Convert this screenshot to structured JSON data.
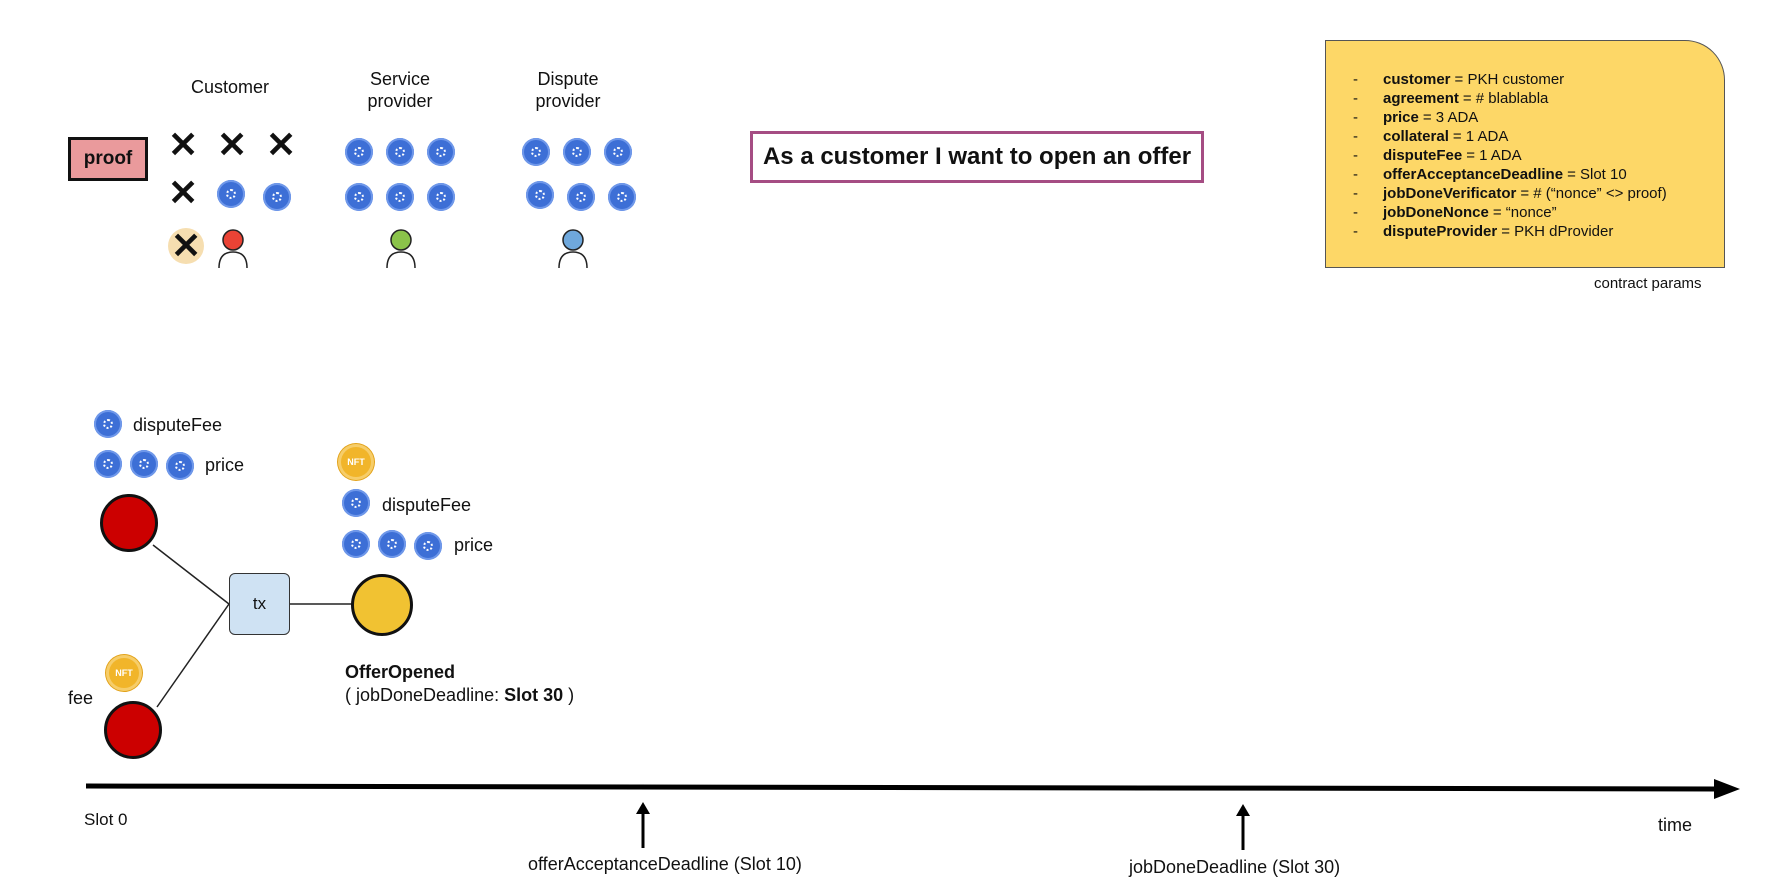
{
  "parties": {
    "customer": "Customer",
    "service_provider": "Service\nprovider",
    "dispute_provider": "Dispute\nprovider"
  },
  "proof_label": "proof",
  "headline": "As a customer I want to open an offer",
  "contract_params": {
    "rows": [
      {
        "dash": "-",
        "key": "customer",
        "value": "= PKH customer"
      },
      {
        "dash": "-",
        "key": "agreement",
        "value": "=  # blablabla"
      },
      {
        "dash": "-",
        "key": "price",
        "value": "= 3 ADA"
      },
      {
        "dash": "-",
        "key": "collateral",
        "value": "= 1 ADA"
      },
      {
        "dash": "-",
        "key": "disputeFee",
        "value": "= 1 ADA"
      },
      {
        "dash": "-",
        "key": "offerAcceptanceDeadline",
        "value": "= Slot 10"
      },
      {
        "dash": "-",
        "key": "jobDoneVerificator",
        "value": "= # (“nonce” <> proof)"
      },
      {
        "dash": "-",
        "key": "jobDoneNonce",
        "value": "= “nonce”"
      },
      {
        "dash": "-",
        "key": "disputeProvider",
        "value": "= PKH dProvider"
      }
    ],
    "caption": "contract params"
  },
  "tx_diagram": {
    "input_labels": {
      "dispute_fee": "disputeFee",
      "price": "price",
      "fee": "fee"
    },
    "tx_label": "tx",
    "nft_label": "NFT",
    "output_labels": {
      "dispute_fee": "disputeFee",
      "price": "price"
    },
    "output_state": "OfferOpened",
    "output_detail_prefix": "( jobDoneDeadline: ",
    "output_detail_slot": "Slot 30",
    "output_detail_suffix": " )"
  },
  "timeline": {
    "start": "Slot 0",
    "end": "time",
    "markers": [
      {
        "label": "offerAcceptanceDeadline (Slot 10)"
      },
      {
        "label": "jobDoneDeadline (Slot 30)"
      }
    ]
  },
  "colors": {
    "customer": "#ea4335",
    "service_provider": "#8bc34a",
    "dispute_provider": "#6fa8dc",
    "ada_coin": "#3d6fd6",
    "nft_token": "#f1b52a",
    "input_utxo": "#cc0000",
    "output_utxo": "#f1c232",
    "tx": "#cfe2f3",
    "params_bg": "#fdd767",
    "headline_border": "#a54d83"
  },
  "icons": [
    "ada-coin-icon",
    "nft-token-icon",
    "cross-icon",
    "person-icon",
    "arrow-up-icon"
  ]
}
